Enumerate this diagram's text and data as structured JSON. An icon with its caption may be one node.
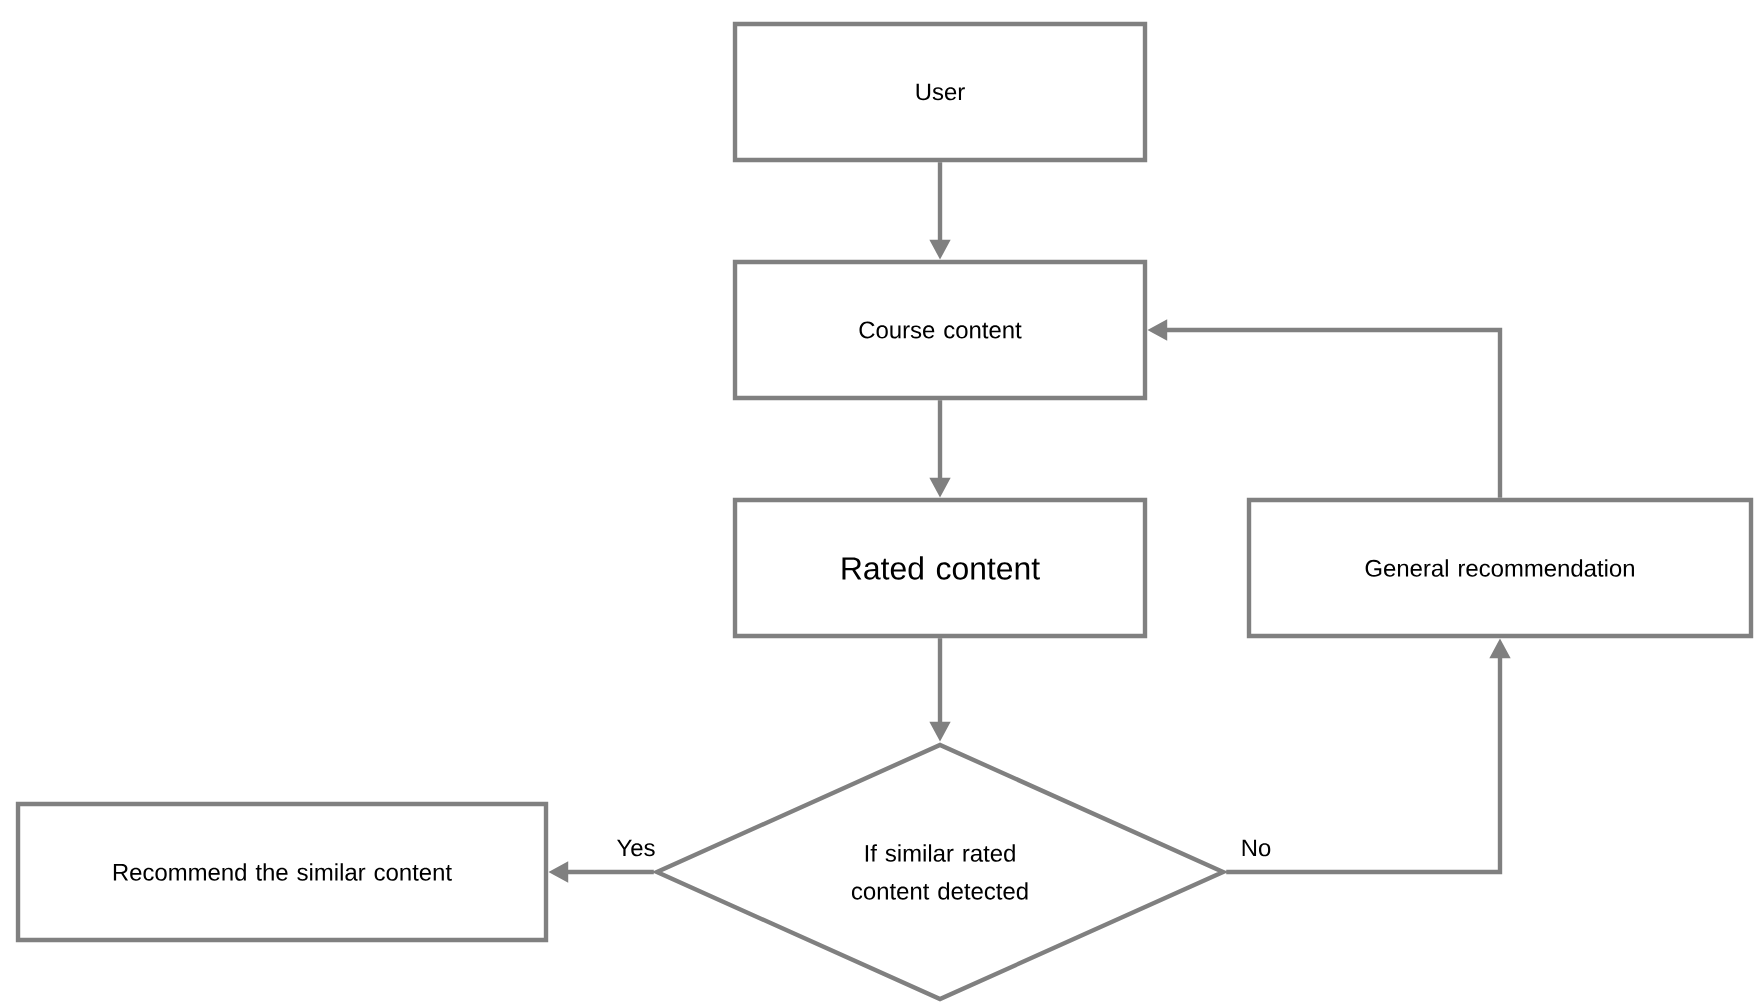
{
  "diagram": {
    "nodes": [
      {
        "text": [
          "User"
        ]
      },
      {
        "text": [
          "Course content"
        ]
      },
      {
        "text": [
          "Rated content"
        ]
      },
      {
        "text": [
          "General recommendation"
        ]
      },
      {
        "text": [
          "If similar rated content detected"
        ]
      },
      {
        "text": [
          "Recommend the similar content"
        ]
      }
    ],
    "edges": [
      {
        "from": 0,
        "to": 1,
        "arrow": "to"
      },
      {
        "from": 1,
        "to": 2,
        "arrow": "to"
      },
      {
        "from": 2,
        "to": 4,
        "arrow": "to"
      },
      {
        "from": 4,
        "to": 5,
        "arrow": "to",
        "label": "Yes"
      },
      {
        "from": 4,
        "to": 3,
        "arrow": "to",
        "label": "No"
      },
      {
        "from": 3,
        "to": 1,
        "arrow": "to"
      }
    ]
  }
}
